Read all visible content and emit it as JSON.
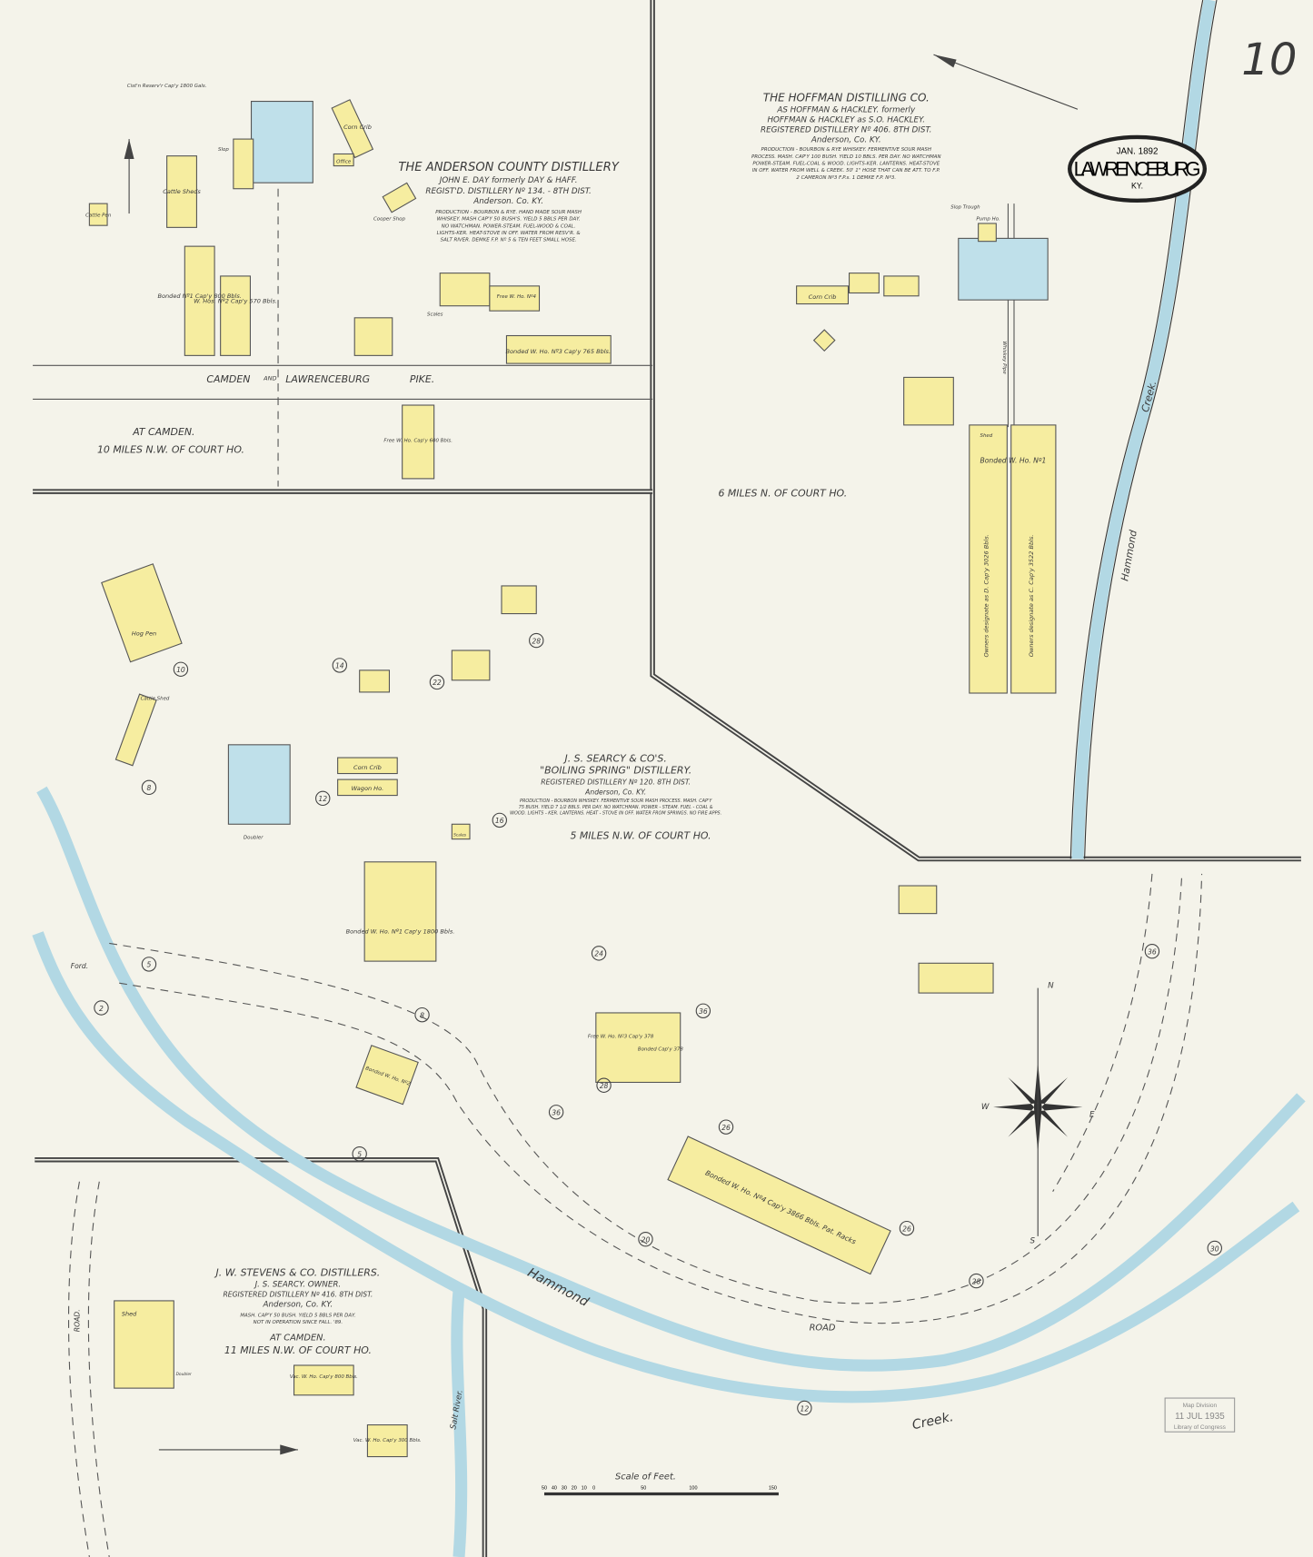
{
  "sheet": {
    "number": "10",
    "town": "LAWRENCEBURG",
    "state": "KY.",
    "date": "JAN. 1892",
    "stamp": [
      "Map Division",
      "11 JUL 1935",
      "Library of Congress"
    ],
    "scale_title": "Scale of Feet.",
    "scale_ticks": [
      "50",
      "40",
      "30",
      "20",
      "10",
      "0",
      "50",
      "100",
      "150"
    ],
    "compass": {
      "n": "N",
      "s": "S",
      "e": "E",
      "w": "W"
    },
    "colors": {
      "paper": "#f4f3ea",
      "frame": "#f6eda0",
      "water": "#b2d8e4",
      "stone": "#bfe0ea"
    }
  },
  "anderson": {
    "title": "THE ANDERSON COUNTY DISTILLERY",
    "owner": "JOHN E. DAY formerly DAY & HAFF.",
    "reg": "REGIST'D. DISTILLERY Nº 134. - 8TH DIST.",
    "county": "Anderson. Co. KY.",
    "notes": [
      "PRODUCTION - BOURBON & RYE. HAND MADE SOUR MASH",
      "WHISKEY. MASH CAP'Y 50 BUSH'S. YIELD 5 BBLS PER DAY.",
      "NO WATCHMAN. POWER-STEAM. FUEL-WOOD & COAL.",
      "LIGHTS-KER. HEAT-STOVE IN OFF. WATER FROM RESV'R. &",
      "SALT RIVER. DEMKE F.P. Nº 5 & TEN FEET SMALL HOSE."
    ],
    "location": "AT CAMDEN.",
    "distance": "10 MILES N.W. OF COURT HO.",
    "pike": [
      "CAMDEN",
      "AND",
      "LAWRENCEBURG",
      "PIKE."
    ],
    "buildings": [
      "Cattle Sheds",
      "Bonded Nº1 Cap'y 800 Bbls.",
      "W. Hos. Nº2 Cap'y 570 Bbls.",
      "Corn Crib",
      "Cooper Shop",
      "Bonded W. Ho. Nº3 Cap'y 765 Bbls.",
      "Free W. Ho. Nº4",
      "Free W. Ho. Cap'y 600 Bbls.",
      "Cattle Pen",
      "Cist'n Reserv'r Cap'y 1800 Gals.",
      "Slop",
      "Scales",
      "Office"
    ]
  },
  "hoffman": {
    "title": "THE HOFFMAN DISTILLING CO.",
    "line2": "AS HOFFMAN & HACKLEY. formerly",
    "line3": "HOFFMAN & HACKLEY as S.O. HACKLEY.",
    "reg": "REGISTERED DISTILLERY Nº 406. 8TH DIST.",
    "county": "Anderson, Co. KY.",
    "notes": [
      "PRODUCTION - BOURBON & RYE WHISKEY. FERMENTIVE SOUR MASH",
      "PROCESS. MASH. CAP'Y 100 BUSH. YIELD 10 BBLS. PER DAY. NO WATCHMAN",
      "POWER-STEAM. FUEL-COAL & WOOD. LIGHTS-KER. LANTERNS. HEAT-STOVE",
      "IN OFF. WATER FROM WELL & CREEK. 50' 1\" HOSE THAT CAN BE ATT. TO F.P.",
      "2 CAMERON Nº3 F.P.s. 1 DEMKE F.P. Nº3."
    ],
    "distance": "6 MILES N. OF COURT HO.",
    "buildings": [
      "Corn Crib",
      "Slop Trough",
      "Pump Ho.",
      "Bonded W. Ho. Nº1",
      "Owners designate as D. Cap'y 3026 Bbls.",
      "Owners designate as C. Cap'y 3522 Bbls.",
      "Whiskey Pipe",
      "Shed"
    ]
  },
  "searcy": {
    "title": "J. S. SEARCY & CO'S.",
    "name": "\"BOILING SPRING\" DISTILLERY.",
    "reg": "REGISTERED DISTILLERY Nº 120. 8TH DIST.",
    "county": "Anderson, Co. KY.",
    "notes": [
      "PRODUCTION - BOURBON WHISKEY. FERMENTIVE SOUR MASH PROCESS. MASH. CAP'Y",
      "75 BUSH. YIELD 7 1/2 BBLS. PER DAY. NO WATCHMAN. POWER - STEAM. FUEL - COAL &",
      "WOOD. LIGHTS - KER. LANTERNS. HEAT - STOVE IN OFF. WATER FROM SPRINGS. NO FIRE APPS."
    ],
    "distance": "5 MILES N.W. OF COURT HO.",
    "buildings": [
      "Hog Pen",
      "Cattle Shed",
      "Corn Crib",
      "Wagon Ho.",
      "Bonded W. Ho. Nº1 Cap'y 1800 Bbls.",
      "Bonded W. Ho. Nº2",
      "Free W. Ho. Nº3 Cap'y 378",
      "Bonded Cap'y 378",
      "Bonded W. Ho. Nº4 Cap'y 3866 Bbls. Pat. Racks",
      "Scales",
      "Doubler"
    ],
    "labels": [
      "Ford.",
      "Hammond",
      "ROAD",
      "Creek.",
      "Hammond",
      "Creek."
    ]
  },
  "stevens": {
    "title": "J. W. STEVENS & CO. DISTILLERS.",
    "owner": "J. S. SEARCY. OWNER.",
    "reg": "REGISTERED DISTILLERY Nº 416. 8TH DIST.",
    "county": "Anderson, Co. KY.",
    "notes": [
      "MASH. CAP'Y 50 BUSH. YIELD 5 BBLS PER DAY.",
      "NOT IN OPERATION SINCE FALL. '89."
    ],
    "location": "AT CAMDEN.",
    "distance": "11 MILES N.W. OF COURT HO.",
    "buildings": [
      "Shed",
      "Doubler",
      "Vac. W. Ho. Cap'y 800 Bbls.",
      "Vac. W. Ho. Cap'y 300 Bbls."
    ],
    "labels": [
      "ROAD.",
      "Salt River."
    ]
  },
  "circles": [
    "10",
    "8",
    "14",
    "22",
    "28",
    "12",
    "16",
    "24",
    "36",
    "5",
    "2",
    "8",
    "36",
    "28",
    "26",
    "20",
    "26",
    "28",
    "30",
    "12",
    "5",
    "36"
  ]
}
